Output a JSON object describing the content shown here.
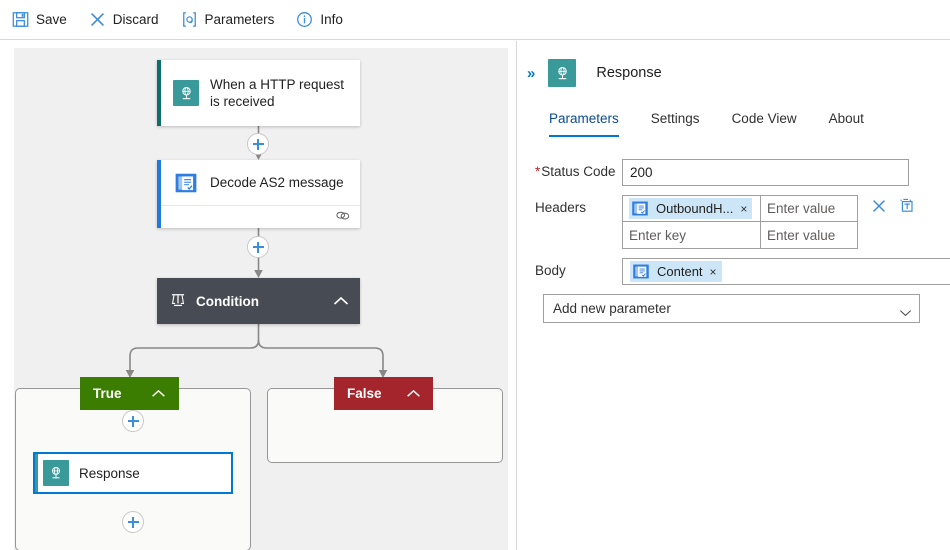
{
  "toolbar": {
    "items": [
      {
        "label": "Save",
        "icon": "save-icon"
      },
      {
        "label": "Discard",
        "icon": "discard-icon"
      },
      {
        "label": "Parameters",
        "icon": "parameters-icon"
      },
      {
        "label": "Info",
        "icon": "info-icon"
      }
    ]
  },
  "canvas": {
    "nodes": {
      "trigger": {
        "title": "When a HTTP request is received",
        "icon": "request-trigger-icon",
        "accent": "#0e6e6e"
      },
      "decode": {
        "title": "Decode AS2 message",
        "icon": "as2-document-icon",
        "accent": "#1f7ae0",
        "footer_icon": "link-chain-icon"
      },
      "condition": {
        "title": "Condition",
        "icon": "condition-scale-icon",
        "background": "#464b54",
        "collapse_icon": "chevron-up-icon"
      },
      "response": {
        "title": "Response",
        "icon": "response-icon",
        "accent": "#3a9a9a",
        "selected": true,
        "selection_color": "#0078d4"
      }
    },
    "branches": {
      "true": {
        "label": "True",
        "color": "#3a7d00",
        "collapse_icon": "chevron-up-icon"
      },
      "false": {
        "label": "False",
        "color": "#a4262c",
        "collapse_icon": "chevron-up-icon"
      }
    },
    "add_buttons": [
      {
        "name": "add-step-after-trigger"
      },
      {
        "name": "add-step-after-decode"
      },
      {
        "name": "add-step-true-top"
      },
      {
        "name": "add-step-true-bottom"
      }
    ]
  },
  "panel": {
    "expand_icon": "double-chevron-right-icon",
    "title": "Response",
    "icon": "response-icon",
    "tabs": [
      {
        "label": "Parameters",
        "active": true
      },
      {
        "label": "Settings",
        "active": false
      },
      {
        "label": "Code View",
        "active": false
      },
      {
        "label": "About",
        "active": false
      }
    ],
    "form": {
      "status_code": {
        "label": "Status Code",
        "required": true,
        "required_marker": "*",
        "value": "200"
      },
      "headers": {
        "label": "Headers",
        "rows": [
          {
            "key_token": "OutboundH...",
            "key_token_icon": "as2-document-icon",
            "key_token_remove": "×",
            "value_placeholder": "Enter value"
          },
          {
            "key_placeholder": "Enter key",
            "value_placeholder": "Enter value"
          }
        ],
        "actions": [
          {
            "name": "clear-headers-icon",
            "icon": "close-x-icon"
          },
          {
            "name": "delete-headers-icon",
            "icon": "delete-text-icon"
          }
        ]
      },
      "body": {
        "label": "Body",
        "token": "Content",
        "token_icon": "as2-document-icon",
        "token_remove": "×"
      },
      "add_parameter": {
        "label": "Add new parameter",
        "chevron": "chevron-down-icon"
      }
    }
  }
}
